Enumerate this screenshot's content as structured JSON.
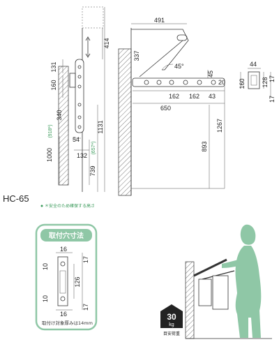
{
  "model": "HC-65",
  "note_safety": "＊安全のため確保する高さ",
  "left_dims": {
    "d414": "414",
    "d131": "131",
    "d160": "160",
    "d340": "340",
    "d1000": "1000",
    "d1000_alt": "(918*)",
    "d54": "54",
    "d132": "132",
    "d739": "739",
    "d739_alt": "(657*)",
    "d1131": "1131"
  },
  "mid_dims": {
    "d491": "491",
    "d337": "337",
    "angle": "45°",
    "d45": "45",
    "d162a": "162",
    "d162b": "162",
    "d43": "43",
    "d20": "20",
    "d650": "650",
    "d1267": "1267",
    "d893": "893"
  },
  "right_dims": {
    "d44": "44",
    "d160": "160",
    "d128": "128",
    "d17a": "17",
    "d17b": "17"
  },
  "mount": {
    "title": "取付穴寸法",
    "d16a": "16",
    "d10a": "10",
    "d126": "126",
    "d10b": "10",
    "d16b": "16",
    "d17a": "17",
    "d17b": "17",
    "footnote": "取付け対象厚みは14mm"
  },
  "load": {
    "value": "30",
    "unit": "kg",
    "label": "目安荷重"
  },
  "colors": {
    "accent_green": "#3a9a5a",
    "figure_green": "#8fc7a6",
    "badge_dark": "#222222"
  }
}
